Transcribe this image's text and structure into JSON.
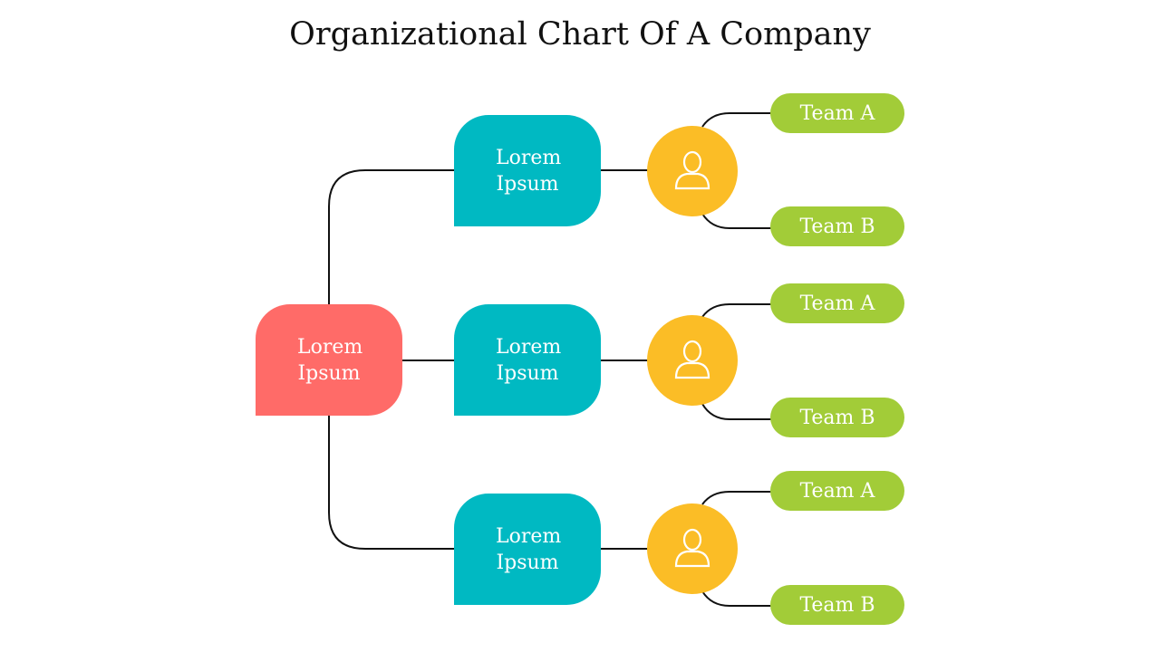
{
  "title": "Organizational Chart Of A Company",
  "colors": {
    "root": "#ff6b68",
    "department": "#00b9c2",
    "manager": "#fbbd26",
    "team": "#a2cc38",
    "connector": "#111111"
  },
  "root": {
    "label": "Lorem\nIpsum"
  },
  "branches": [
    {
      "label": "Lorem\nIpsum",
      "icon": "person-icon",
      "teams": [
        "Team A",
        "Team B"
      ]
    },
    {
      "label": "Lorem\nIpsum",
      "icon": "person-icon",
      "teams": [
        "Team A",
        "Team B"
      ]
    },
    {
      "label": "Lorem\nIpsum",
      "icon": "person-icon",
      "teams": [
        "Team A",
        "Team B"
      ]
    }
  ]
}
